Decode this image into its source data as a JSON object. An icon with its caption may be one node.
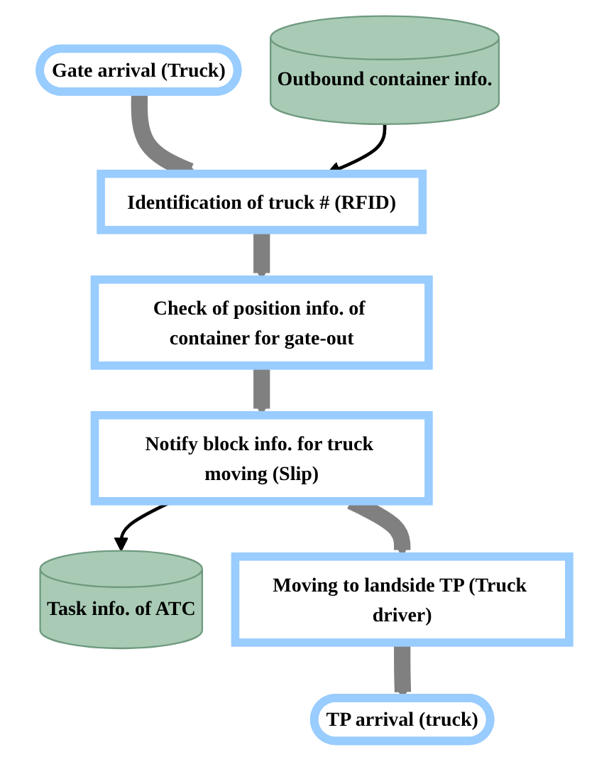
{
  "diagram": {
    "nodes": [
      {
        "text": [
          "Gate arrival (Truck)"
        ]
      },
      {
        "text": [
          "Outbound container info."
        ]
      },
      {
        "text": [
          "Identification of truck # (RFID)"
        ]
      },
      {
        "text": [
          "Check of position info. of container for gate-out"
        ]
      },
      {
        "text": [
          "Task info. of ATC"
        ]
      },
      {
        "text": [
          "Notify block info. for truck moving (Slip)"
        ]
      },
      {
        "text": [
          "Moving to landside TP (Truck driver)"
        ]
      },
      {
        "text": [
          "TP arrival (truck)"
        ]
      }
    ],
    "edges": [
      {
        "from": 0,
        "to": 2,
        "arrow": "to"
      },
      {
        "from": 1,
        "to": 2,
        "arrow": "to",
        "color": "#000000"
      },
      {
        "from": 2,
        "to": 3,
        "arrow": "to"
      },
      {
        "from": 3,
        "to": 5,
        "arrow": "to"
      },
      {
        "from": 5,
        "to": 4,
        "arrow": "to",
        "color": "#000000"
      },
      {
        "from": 5,
        "to": 6,
        "arrow": "to"
      },
      {
        "from": 6,
        "to": 7,
        "arrow": "to"
      }
    ]
  }
}
